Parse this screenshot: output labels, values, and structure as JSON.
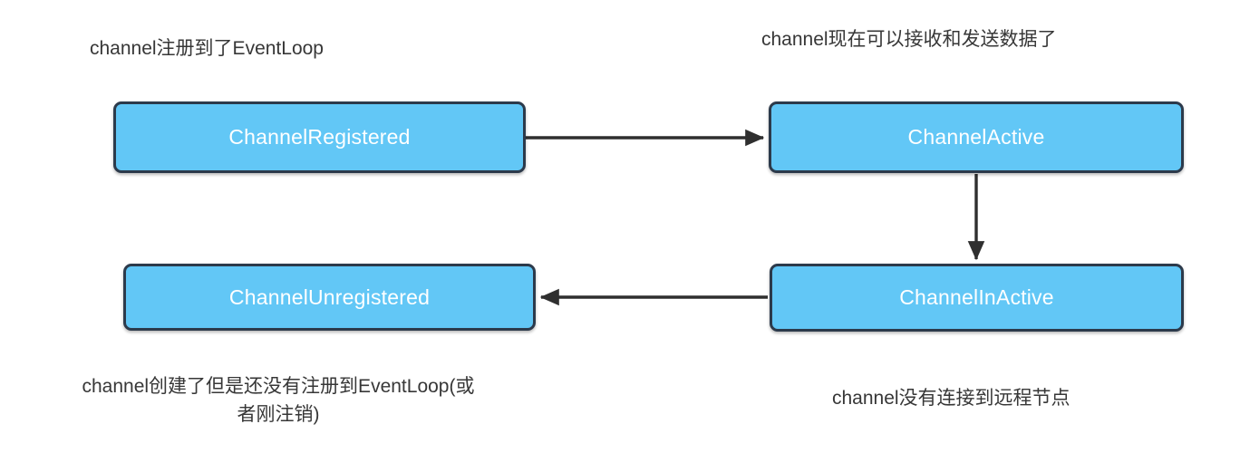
{
  "diagram": {
    "type": "state-flow",
    "title_visible": false,
    "background_color": "#ffffff",
    "node_fill_color": "#62c7f6",
    "node_border_color": "#2c3a4b",
    "node_text_color": "#ffffff",
    "caption_text_color": "#373737",
    "arrow_color": "#2f2f2f",
    "nodes": [
      {
        "id": "registered",
        "label": "ChannelRegistered"
      },
      {
        "id": "active",
        "label": "ChannelActive"
      },
      {
        "id": "unregistered",
        "label": "ChannelUnregistered"
      },
      {
        "id": "inactive",
        "label": "ChannelInActive"
      }
    ],
    "captions": [
      {
        "id": "registered",
        "text": "channel注册到了EventLoop"
      },
      {
        "id": "active",
        "text": "channel现在可以接收和发送数据了"
      },
      {
        "id": "unregistered",
        "text": "channel创建了但是还没有注册到EventLoop(或\n者刚注销)"
      },
      {
        "id": "inactive",
        "text": "channel没有连接到远程节点"
      }
    ],
    "edges": [
      {
        "id": "registered-to-active",
        "from": "registered",
        "to": "active",
        "direction": "right"
      },
      {
        "id": "active-to-inactive",
        "from": "active",
        "to": "inactive",
        "direction": "down"
      },
      {
        "id": "inactive-to-unregistered",
        "from": "inactive",
        "to": "unregistered",
        "direction": "left"
      }
    ]
  }
}
